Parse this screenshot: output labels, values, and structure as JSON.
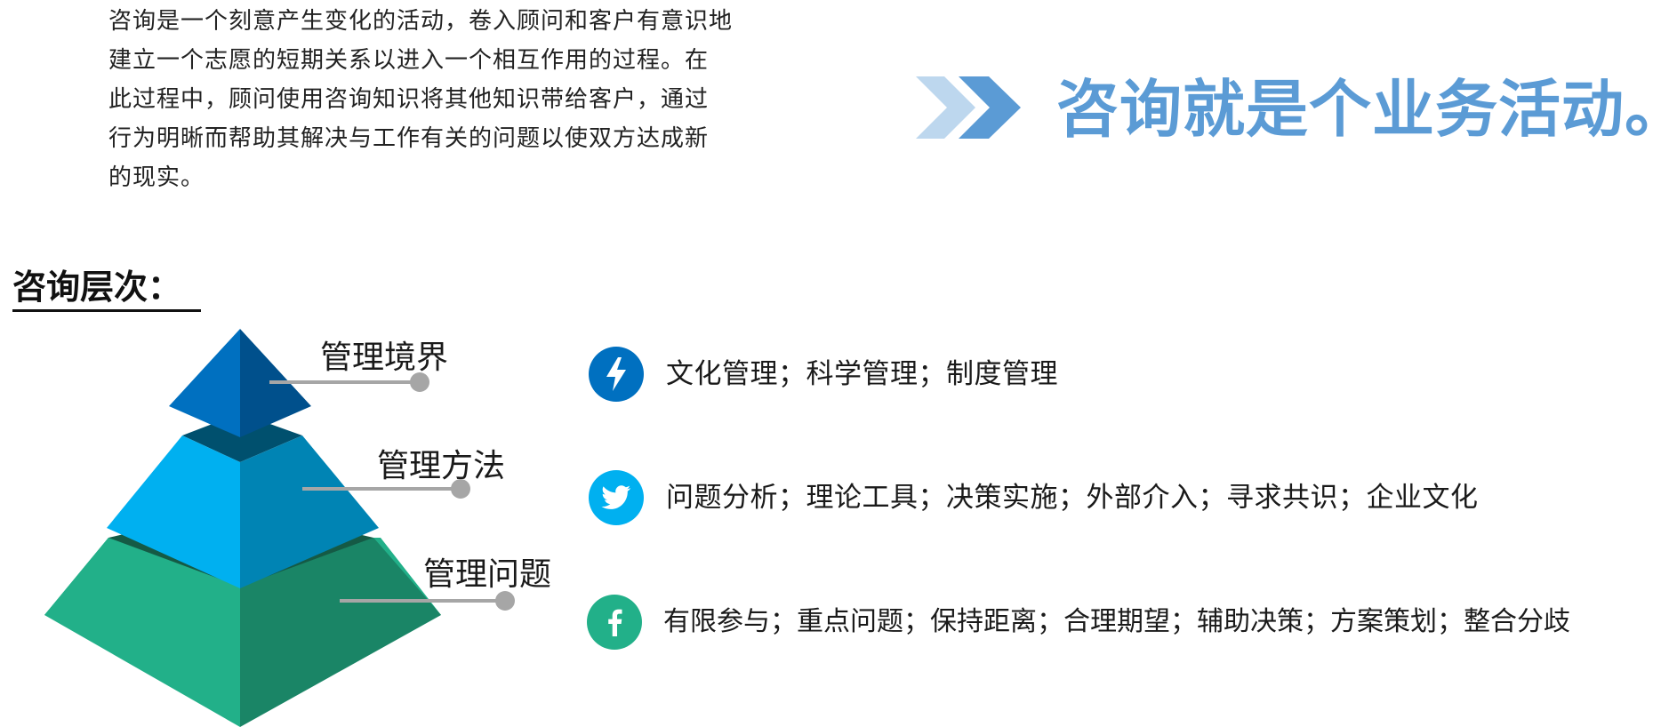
{
  "intro": {
    "lines": [
      "咨询是一个刻意产生变化的活动，卷入顾问和客户有意识地",
      "建立一个志愿的短期关系以进入一个相互作用的过程。在",
      "此过程中，顾问使用咨询知识将其他知识带给客户，通过",
      "行为明晰而帮助其解决与工作有关的问题以使双方达成新",
      "的现实。"
    ]
  },
  "headline": {
    "text": "咨询就是个业务活动。",
    "icon": "double-chevron-right-icon",
    "color": "#5b9bd5"
  },
  "section_title": "咨询层次：",
  "pyramid": {
    "levels": [
      {
        "label": "管理境界",
        "colors": [
          "#0070c0",
          "#00508c"
        ]
      },
      {
        "label": "管理方法",
        "colors": [
          "#00b0f0",
          "#0084b4"
        ]
      },
      {
        "label": "管理问题",
        "colors": [
          "#22b089",
          "#1a8566"
        ]
      }
    ],
    "leader_color": "#a6a6a6"
  },
  "rows": [
    {
      "icon": "lightning-bolt-icon",
      "color": "#0070c0",
      "text": "文化管理；科学管理；制度管理"
    },
    {
      "icon": "twitter-bird-icon",
      "color": "#00b0f0",
      "text": "问题分析；理论工具；决策实施；外部介入；寻求共识；企业文化"
    },
    {
      "icon": "facebook-f-icon",
      "color": "#22b089",
      "text": "有限参与；重点问题；保持距离；合理期望；辅助决策；方案策划；整合分歧"
    }
  ]
}
